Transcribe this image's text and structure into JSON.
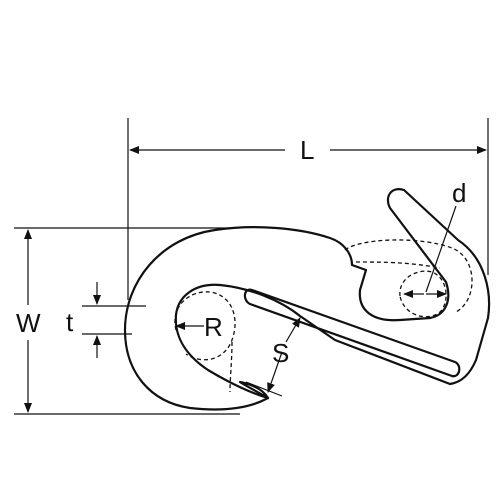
{
  "labels": {
    "length": "L",
    "width": "W",
    "thickness": "t",
    "radius": "R",
    "opening": "S",
    "diameter": "d"
  },
  "colors": {
    "line": "#111111",
    "background": "#ffffff"
  }
}
